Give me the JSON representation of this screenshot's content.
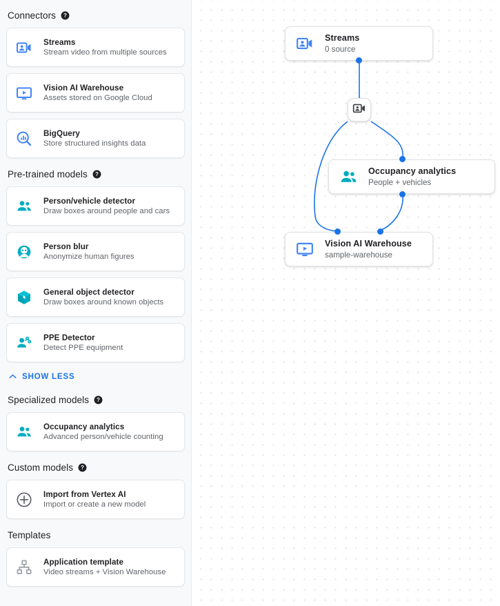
{
  "sidebar": {
    "sections": [
      {
        "title": "Connectors",
        "has_help": true,
        "help_icon": "help-circle-icon",
        "items": [
          {
            "title": "Streams",
            "subtitle": "Stream video from multiple sources",
            "icon": "video-camera-icon",
            "color": "#4285f4"
          },
          {
            "title": "Vision AI Warehouse",
            "subtitle": "Assets stored on Google Cloud",
            "icon": "monitor-play-icon",
            "color": "#4285f4"
          },
          {
            "title": "BigQuery",
            "subtitle": "Store structured insights data",
            "icon": "bigquery-search-icon",
            "color": "#4285f4"
          }
        ]
      },
      {
        "title": "Pre-trained models",
        "has_help": true,
        "help_icon": "help-circle-icon",
        "items": [
          {
            "title": "Person/vehicle detector",
            "subtitle": "Draw boxes around people and cars",
            "icon": "people-icon",
            "color": "#00acc1"
          },
          {
            "title": "Person blur",
            "subtitle": "Anonymize human figures",
            "icon": "face-blur-icon",
            "color": "#00acc1"
          },
          {
            "title": "General object detector",
            "subtitle": "Draw boxes around known objects",
            "icon": "cube-icon",
            "color": "#00acc1"
          },
          {
            "title": "PPE Detector",
            "subtitle": "Detect PPE equipment",
            "icon": "ppe-person-icon",
            "color": "#00acc1"
          }
        ]
      }
    ],
    "show_less": {
      "label": "SHOW LESS",
      "icon": "chevron-up-icon",
      "color": "#1a73e8"
    },
    "sections_after": [
      {
        "title": "Specialized models",
        "has_help": true,
        "help_icon": "help-circle-icon",
        "items": [
          {
            "title": "Occupancy analytics",
            "subtitle": "Advanced person/vehicle counting",
            "icon": "people-icon",
            "color": "#00acc1"
          }
        ]
      },
      {
        "title": "Custom models",
        "has_help": true,
        "help_icon": "help-circle-icon",
        "items": [
          {
            "title": "Import from Vertex AI",
            "subtitle": "Import or create a new model",
            "icon": "plus-circle-icon",
            "color": "#5f6368"
          }
        ]
      },
      {
        "title": "Templates",
        "has_help": false,
        "items": [
          {
            "title": "Application template",
            "subtitle": "Video streams + Vision Warehouse",
            "icon": "hierarchy-icon",
            "color": "#9aa0a6"
          }
        ]
      }
    ]
  },
  "canvas": {
    "accent_color": "#1a73e8",
    "nodes": [
      {
        "id": "streams",
        "title": "Streams",
        "subtitle": "0 source",
        "icon": "video-camera-icon",
        "icon_color": "#4285f4"
      },
      {
        "id": "mini",
        "title": "",
        "subtitle": "",
        "icon": "video-camera-icon",
        "icon_color": "#3c4043"
      },
      {
        "id": "occupancy",
        "title": "Occupancy analytics",
        "subtitle": "People + vehicles",
        "icon": "people-icon",
        "icon_color": "#00acc1"
      },
      {
        "id": "warehouse",
        "title": "Vision AI Warehouse",
        "subtitle": "sample-warehouse",
        "icon": "monitor-play-icon",
        "icon_color": "#4285f4"
      }
    ]
  }
}
